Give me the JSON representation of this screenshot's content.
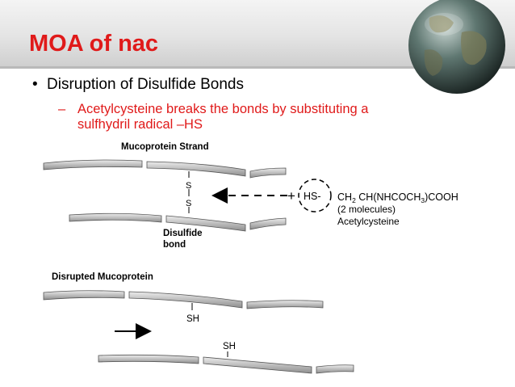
{
  "slide": {
    "title": "MOA of nac",
    "bullet": "Disruption of Disulfide Bonds",
    "sub_bullet_line1": "Acetylcysteine breaks the bonds by substituting a",
    "sub_bullet_line2": "sulfhydril radical –HS"
  },
  "figure": {
    "label_mucoprotein_strand": "Mucoprotein Strand",
    "s_top": "S",
    "s_bottom": "S",
    "hs_label": "HS-",
    "formula_main": "CH",
    "formula_sub1": "2",
    "formula_mid": " CH(NHCOCH",
    "formula_sub2": "3",
    "formula_end": ")COOH",
    "molecules": "(2 molecules)",
    "acetylcysteine": "Acetylcysteine",
    "disulfide_line1": "Disulfide",
    "disulfide_line2": "bond",
    "label_disrupted": "Disrupted Mucoprotein",
    "sh_1": "SH",
    "sh_2": "SH",
    "plus": "+"
  }
}
